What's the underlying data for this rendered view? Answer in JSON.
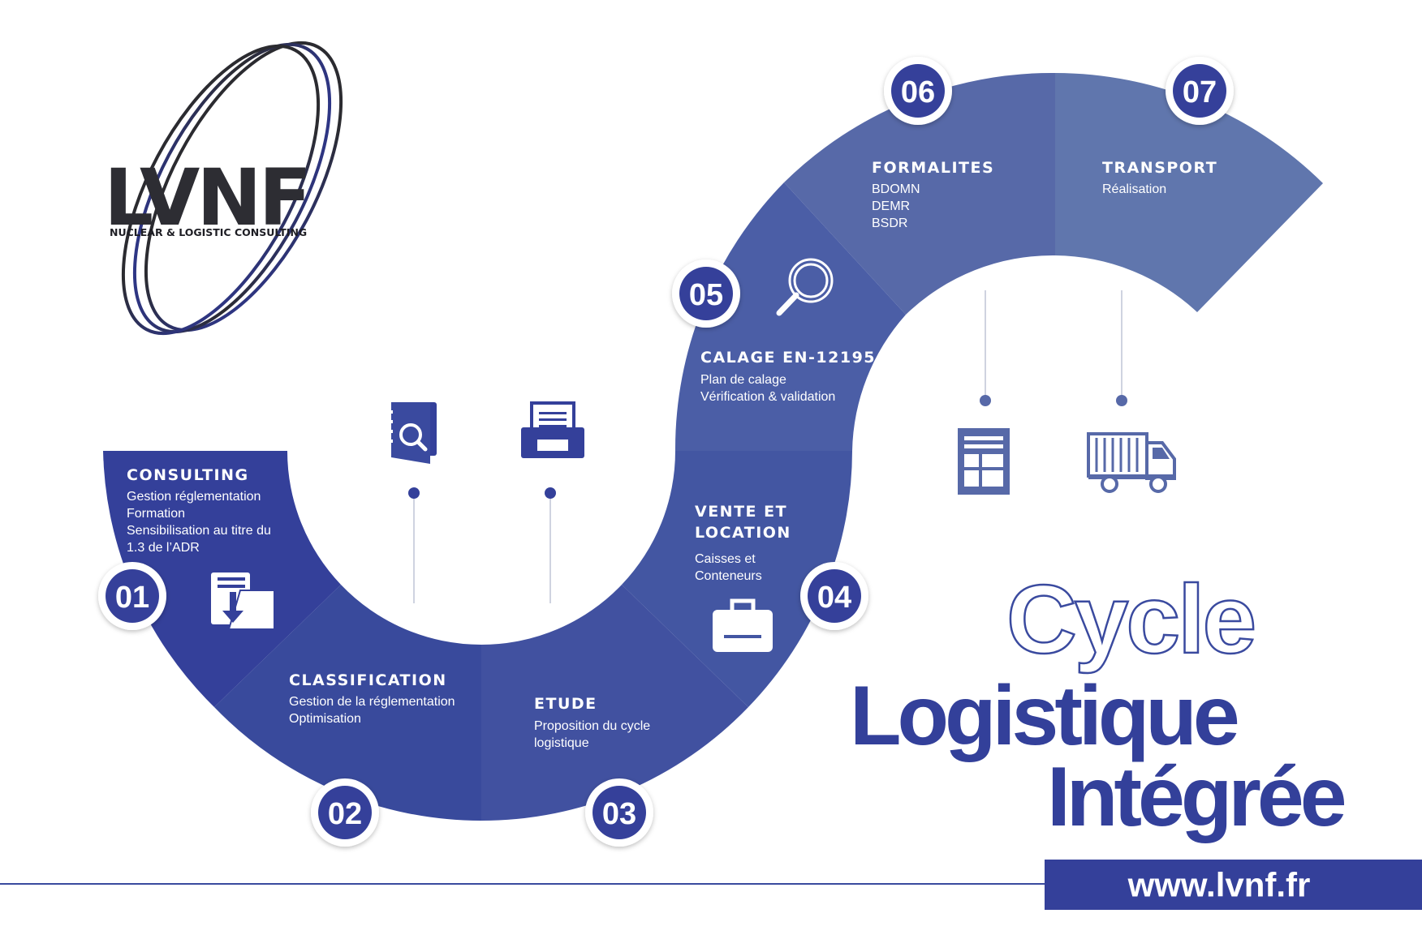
{
  "logo": {
    "name": "LVNF",
    "tagline": "NUCLEAR & LOGISTIC CONSULTING"
  },
  "headline": {
    "line1": "Cycle",
    "line2": "Logistique",
    "line3": "Intégrée"
  },
  "website": "www.lvnf.fr",
  "stages": [
    {
      "number": "01",
      "title": "CONSULTING",
      "lines": [
        "Gestion réglementation",
        "Formation",
        "Sensibilisation au titre du",
        "1.3 de l’ADR"
      ],
      "icon": "document-download-folder-icon"
    },
    {
      "number": "02",
      "title": "CLASSIFICATION",
      "lines": [
        "Gestion de la réglementation",
        "Optimisation"
      ],
      "icon": "search-book-icon"
    },
    {
      "number": "03",
      "title": "ETUDE",
      "lines": [
        "Proposition du cycle",
        "logistique"
      ],
      "icon": "printer-icon"
    },
    {
      "number": "04",
      "title_lines": [
        "VENTE ET",
        "LOCATION"
      ],
      "lines": [
        "Caisses et",
        "Conteneurs"
      ],
      "icon": "briefcase-icon"
    },
    {
      "number": "05",
      "title": "CALAGE EN-12195",
      "lines": [
        "Plan de calage",
        "Vérification & validation"
      ],
      "icon": "magnifier-icon"
    },
    {
      "number": "06",
      "title": "FORMALITES",
      "lines": [
        "BDOMN",
        "DEMR",
        "BSDR"
      ],
      "icon": "form-document-icon"
    },
    {
      "number": "07",
      "title": "TRANSPORT",
      "lines": [
        "Réalisation"
      ],
      "icon": "delivery-truck-icon"
    }
  ],
  "colors": {
    "band_dark": "#34409a",
    "band_light": "#5f74ad",
    "badge": "#34409a",
    "accent_line": "#3a4a9f"
  }
}
